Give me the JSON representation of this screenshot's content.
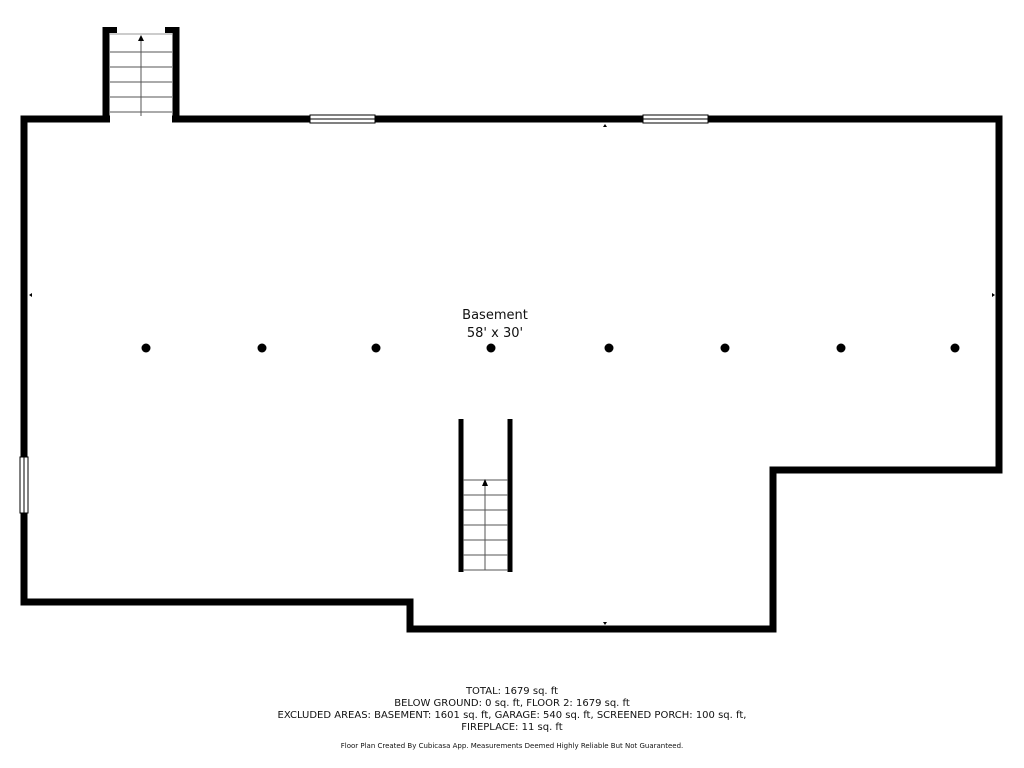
{
  "colors": {
    "wall": "#000000",
    "background": "#ffffff",
    "window_fill": "#ffffff",
    "stair_line": "#555555"
  },
  "room": {
    "name": "Basement",
    "dimensions": "58' x 30'"
  },
  "footer": {
    "total": "TOTAL: 1679 sq. ft",
    "below_ground": "BELOW GROUND: 0 sq. ft, FLOOR 2: 1679 sq. ft",
    "excluded": "EXCLUDED AREAS: BASEMENT: 1601 sq. ft, GARAGE: 540 sq. ft, SCREENED PORCH: 100 sq. ft,",
    "fireplace": "FIREPLACE: 11 sq. ft",
    "credit": "Floor Plan Created By Cubicasa App. Measurements Deemed Highly Reliable But Not Guaranteed."
  }
}
